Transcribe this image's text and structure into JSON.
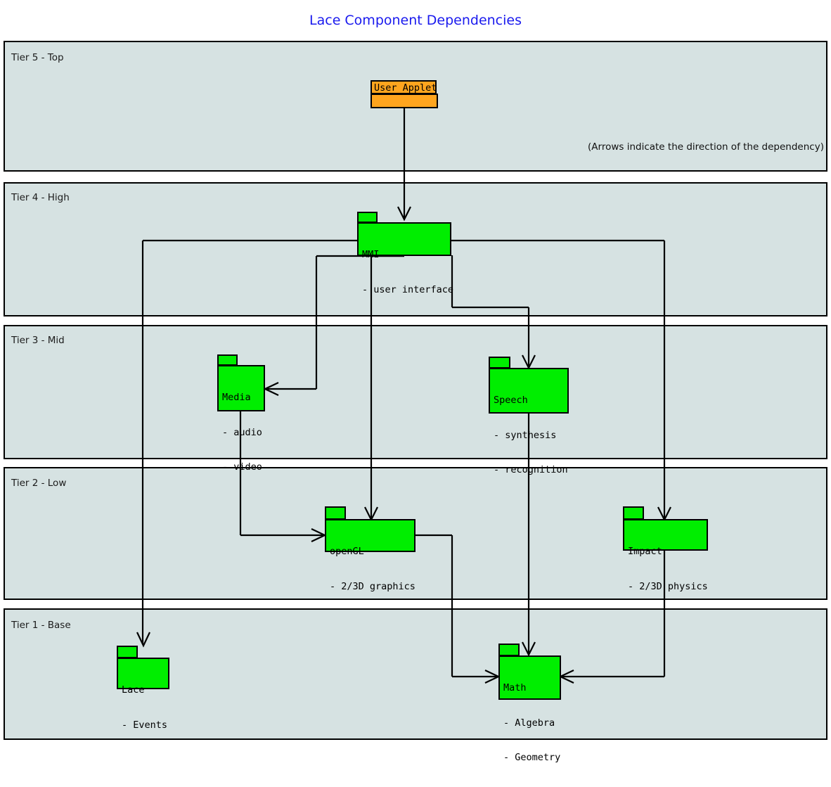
{
  "title": "Lace Component Dependencies",
  "note": "(Arrows indicate the direction of the dependency)",
  "colors": {
    "title": "#1a1aee",
    "tier_band": "#d6e2e2",
    "component": "#00ee00",
    "applet": "#ffa51e",
    "outline": "#000000"
  },
  "tiers": [
    {
      "id": "tier5",
      "label": "Tier 5 - Top"
    },
    {
      "id": "tier4",
      "label": "Tier 4 - High"
    },
    {
      "id": "tier3",
      "label": "Tier 3 - Mid"
    },
    {
      "id": "tier2",
      "label": "Tier 2 - Low"
    },
    {
      "id": "tier1",
      "label": "Tier 1 - Base"
    }
  ],
  "components": [
    {
      "id": "user-applet",
      "tier": "Tier 5 - Top",
      "name": "User Applet",
      "details": [],
      "color": "#ffa51e"
    },
    {
      "id": "mmi",
      "tier": "Tier 4 - High",
      "name": "MMI",
      "details": [
        "- user interface"
      ],
      "color": "#00ee00"
    },
    {
      "id": "media",
      "tier": "Tier 3 - Mid",
      "name": "Media",
      "details": [
        "- audio",
        "- video"
      ],
      "color": "#00ee00"
    },
    {
      "id": "speech",
      "tier": "Tier 3 - Mid",
      "name": "Speech",
      "details": [
        "- synthesis",
        "- recognition"
      ],
      "color": "#00ee00"
    },
    {
      "id": "opengl",
      "tier": "Tier 2 - Low",
      "name": "openGL",
      "details": [
        "- 2/3D graphics"
      ],
      "color": "#00ee00"
    },
    {
      "id": "impact",
      "tier": "Tier 2 - Low",
      "name": "Impact",
      "details": [
        "- 2/3D physics"
      ],
      "color": "#00ee00"
    },
    {
      "id": "lace",
      "tier": "Tier 1 - Base",
      "name": "Lace",
      "details": [
        "- Events"
      ],
      "color": "#00ee00"
    },
    {
      "id": "math",
      "tier": "Tier 1 - Base",
      "name": "Math",
      "details": [
        "- Algebra",
        "- Geometry"
      ],
      "color": "#00ee00"
    }
  ],
  "dependencies": [
    {
      "from": "user-applet",
      "to": "mmi"
    },
    {
      "from": "mmi",
      "to": "media"
    },
    {
      "from": "mmi",
      "to": "speech"
    },
    {
      "from": "mmi",
      "to": "opengl"
    },
    {
      "from": "mmi",
      "to": "impact"
    },
    {
      "from": "mmi",
      "to": "lace"
    },
    {
      "from": "media",
      "to": "opengl"
    },
    {
      "from": "speech",
      "to": "math"
    },
    {
      "from": "opengl",
      "to": "math"
    },
    {
      "from": "impact",
      "to": "math"
    }
  ],
  "labels": {
    "applet_name": "User Applet",
    "mmi_name": "MMI",
    "mmi_d1": "- user interface",
    "media_name": "Media",
    "media_d1": "- audio",
    "media_d2": "- video",
    "speech_name": "Speech",
    "speech_d1": "- synthesis",
    "speech_d2": "- recognition",
    "opengl_name": "openGL",
    "opengl_d1": "- 2/3D graphics",
    "impact_name": "Impact",
    "impact_d1": "- 2/3D physics",
    "lace_name": "Lace",
    "lace_d1": "- Events",
    "math_name": "Math",
    "math_d1": "- Algebra",
    "math_d2": "- Geometry"
  }
}
